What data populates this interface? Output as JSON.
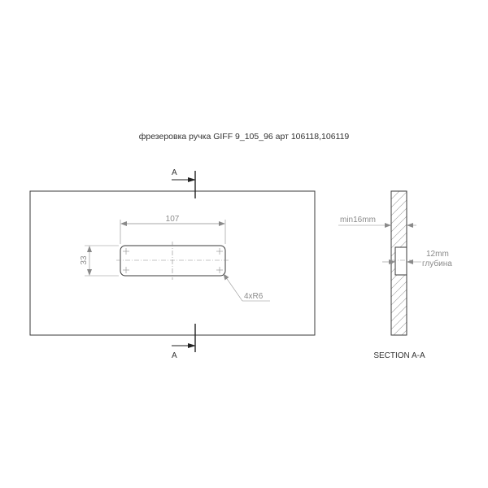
{
  "title": "фрезеровка ручка GIFF 9_105_96 арт 106118,106119",
  "section_mark_top": "A",
  "section_mark_bottom": "A",
  "dimensions": {
    "length": "107",
    "height": "33",
    "radius": "4xR6"
  },
  "section": {
    "label": "SECTION A-A",
    "min_thickness": "min16mm",
    "depth_value": "12mm",
    "depth_word": "глубина"
  },
  "colors": {
    "line": "#3a3a3a",
    "dimension": "#8a8a8a"
  }
}
